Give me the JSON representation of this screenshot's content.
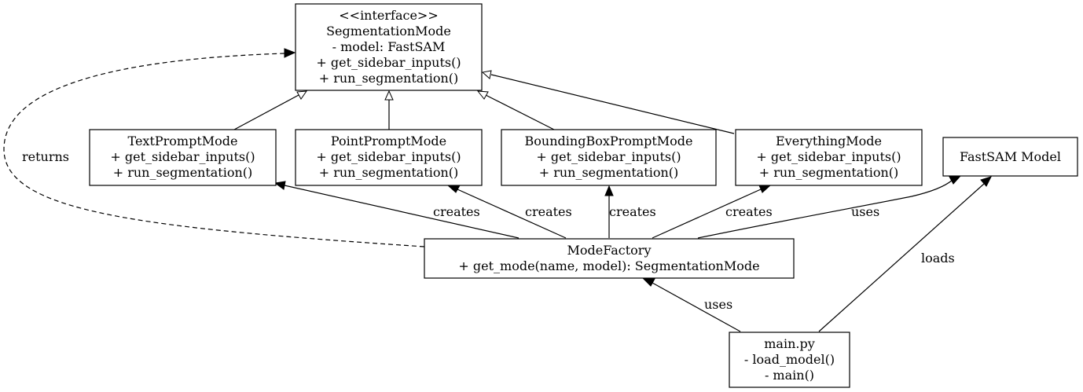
{
  "nodes": {
    "segmentation_mode": {
      "lines": [
        "<<interface>>",
        "SegmentationMode",
        "- model: FastSAM",
        "+ get_sidebar_inputs()",
        "+ run_segmentation()"
      ]
    },
    "text_prompt_mode": {
      "lines": [
        "TextPromptMode",
        "+ get_sidebar_inputs()",
        "+ run_segmentation()"
      ]
    },
    "point_prompt_mode": {
      "lines": [
        "PointPromptMode",
        "+ get_sidebar_inputs()",
        "+ run_segmentation()"
      ]
    },
    "bounding_box_prompt_mode": {
      "lines": [
        "BoundingBoxPromptMode",
        "+ get_sidebar_inputs()",
        "+ run_segmentation()"
      ]
    },
    "everything_mode": {
      "lines": [
        "EverythingMode",
        "+ get_sidebar_inputs()",
        "+ run_segmentation()"
      ]
    },
    "fastsam_model": {
      "lines": [
        "FastSAM Model"
      ]
    },
    "mode_factory": {
      "lines": [
        "ModeFactory",
        "+ get_mode(name, model): SegmentationMode"
      ]
    },
    "main_py": {
      "lines": [
        "main.py",
        "- load_model()",
        "- main()"
      ]
    }
  },
  "edges": {
    "returns": "returns",
    "creates_text": "creates",
    "creates_point": "creates",
    "creates_bbox": "creates",
    "creates_everything": "creates",
    "factory_uses_model": "uses",
    "main_uses_factory": "uses",
    "main_loads_model": "loads"
  }
}
